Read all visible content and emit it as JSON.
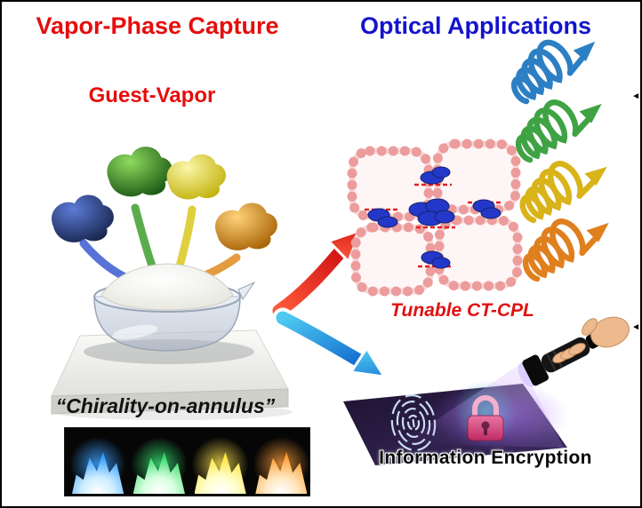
{
  "titles": {
    "left": "Vapor-Phase Capture",
    "right": "Optical Applications"
  },
  "capture": {
    "guest_vapor_label": "Guest-Vapor",
    "chirality_label": "“Chirality-on-annulus”",
    "vapor_cloud_colors": [
      "#25407e",
      "#2e8b2e",
      "#e2d53a",
      "#dd891d"
    ],
    "powder_photo_colors": [
      "#2f9bff",
      "#2fd964",
      "#ffe23d",
      "#ff9a2f"
    ]
  },
  "applications": {
    "tunable_label": "Tunable CT-CPL",
    "encryption_label": "Information Encryption",
    "helix_colors": [
      "#2d7fc4",
      "#3fa344",
      "#d9b31a",
      "#e07f1e"
    ],
    "framework_color": "#ec9c9c",
    "guest_color": "#2338c8"
  },
  "accent_colors": {
    "red_title": "#e60d0d",
    "blue_title": "#1414cc",
    "red_arrow": "#d01414",
    "blue_arrow": "#1e9ad8"
  },
  "decor": {
    "edge_mark": "◄"
  }
}
